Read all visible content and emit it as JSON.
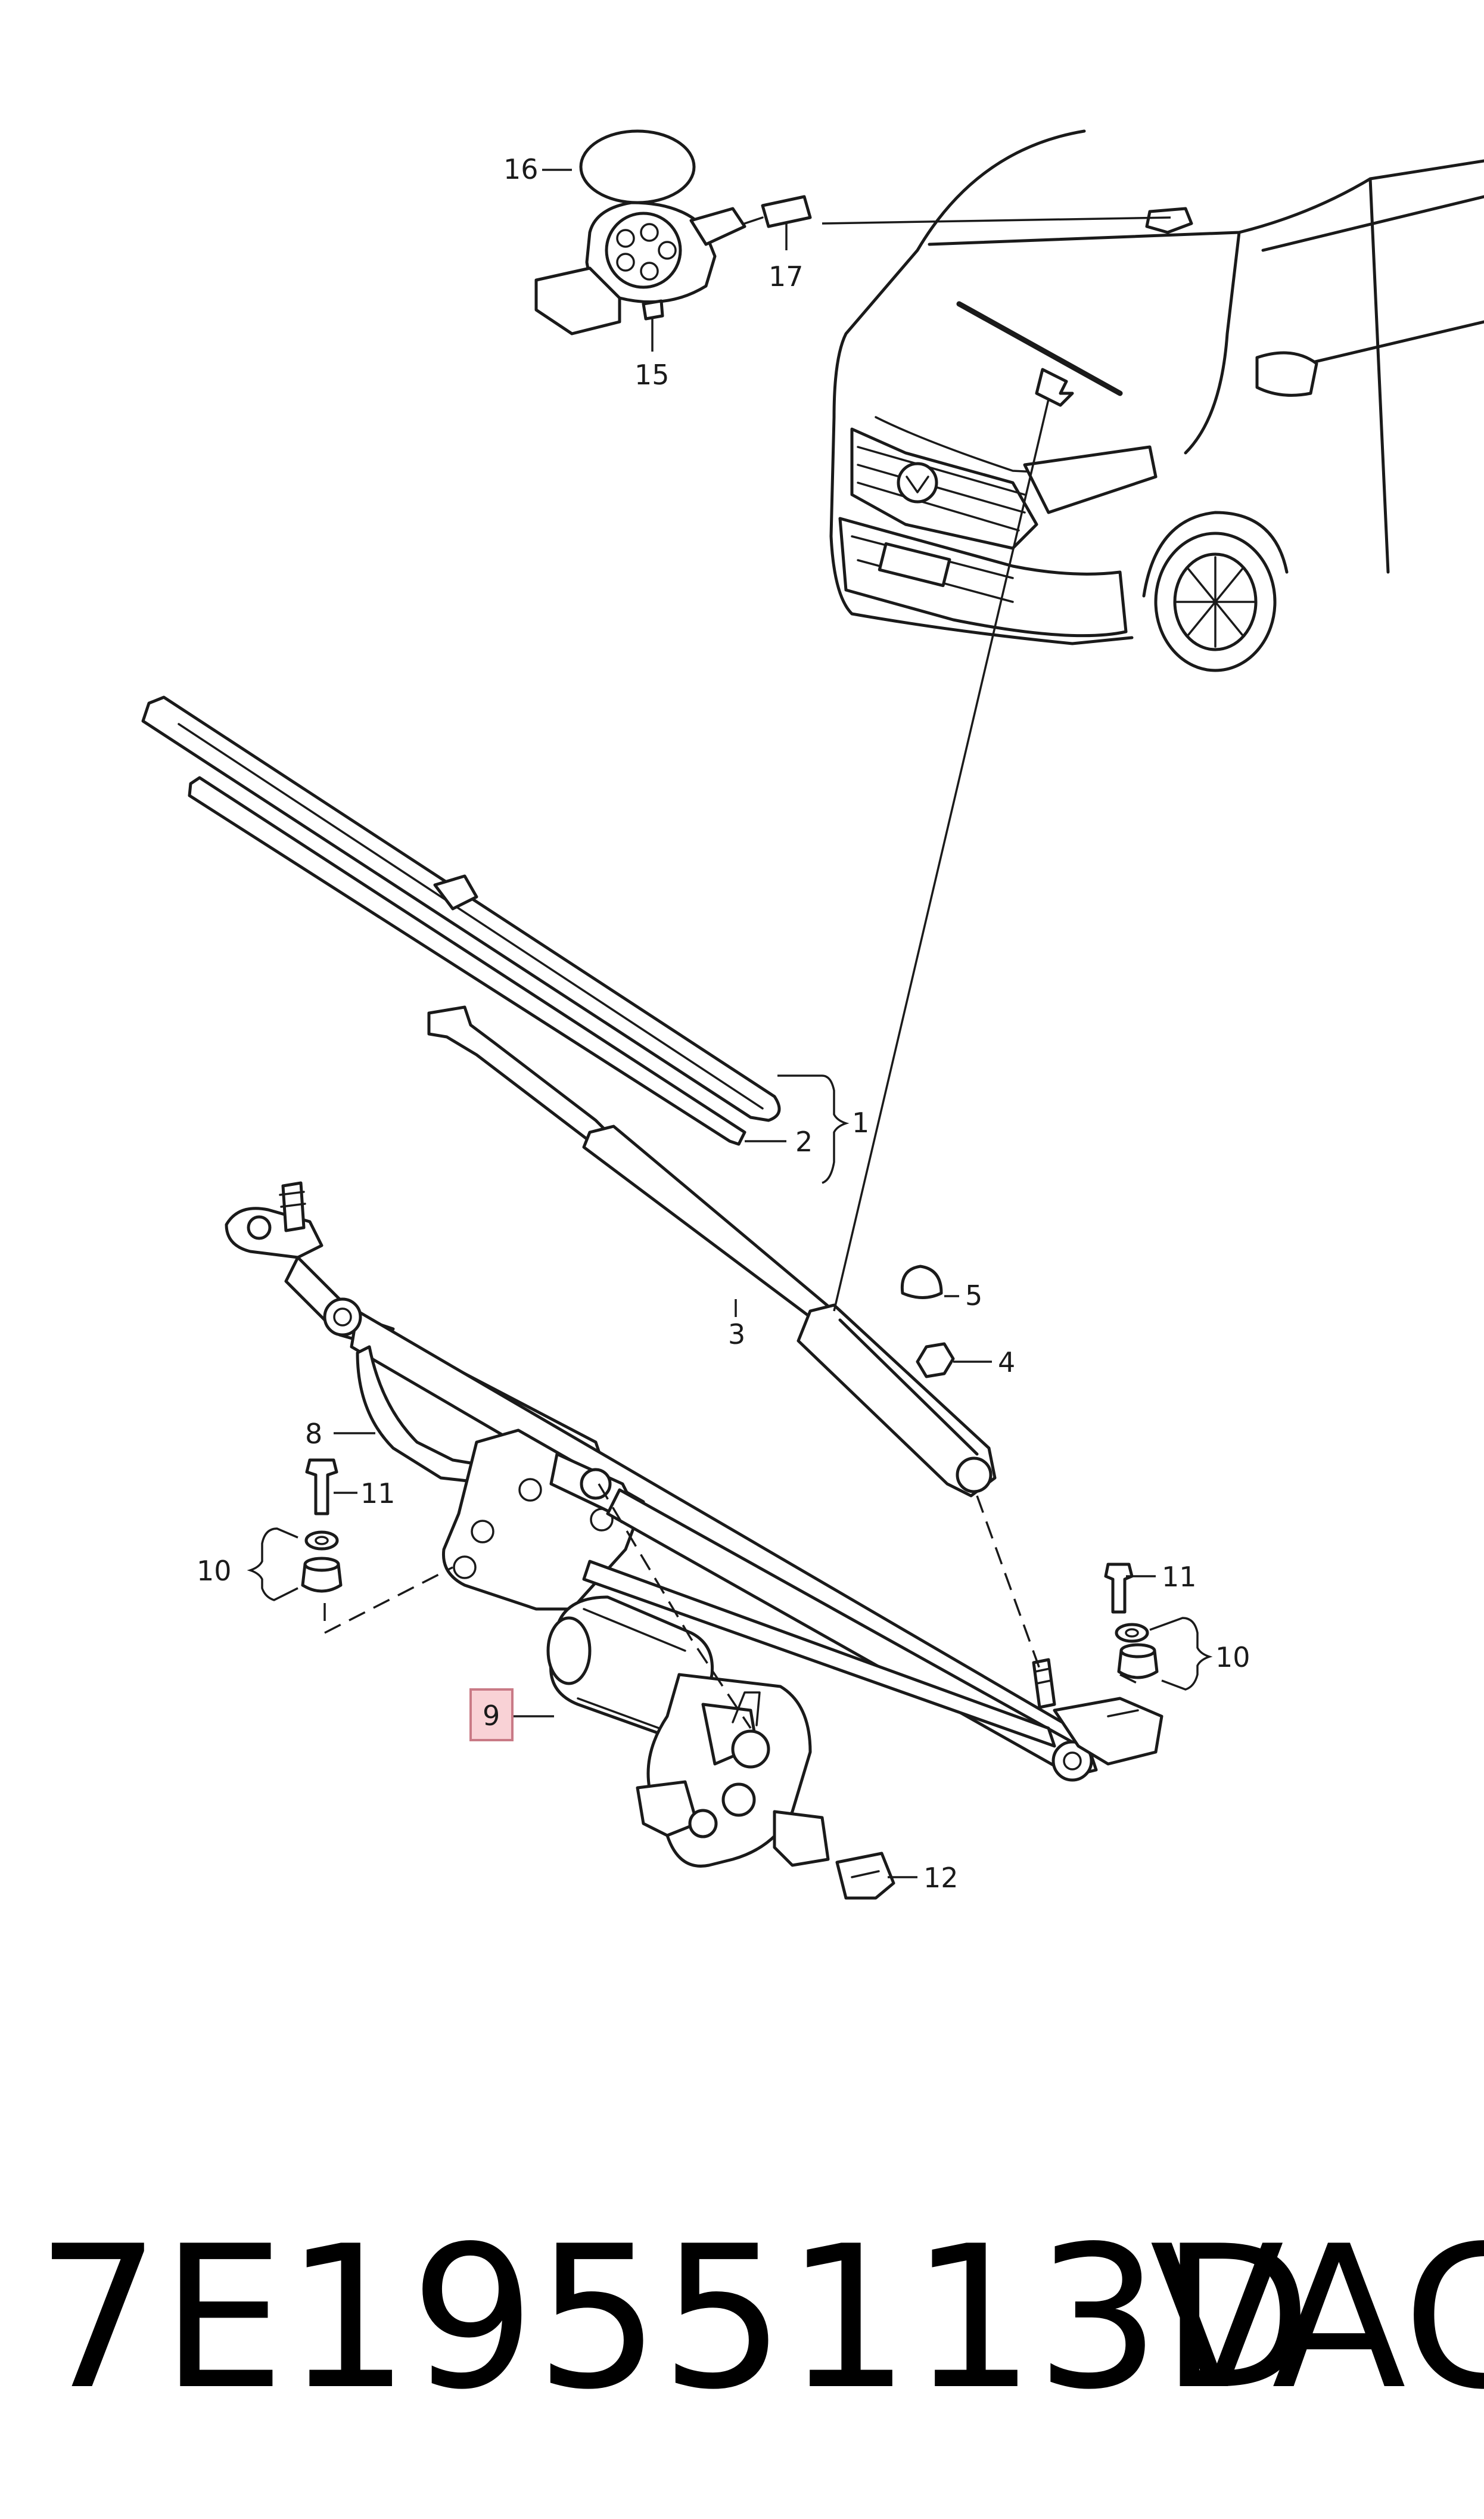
{
  "diagram": {
    "callouts": [
      {
        "id": "1",
        "label": "1"
      },
      {
        "id": "2",
        "label": "2"
      },
      {
        "id": "3",
        "label": "3"
      },
      {
        "id": "4",
        "label": "4"
      },
      {
        "id": "5",
        "label": "5"
      },
      {
        "id": "8",
        "label": "8"
      },
      {
        "id": "9",
        "label": "9"
      },
      {
        "id": "10a",
        "label": "10"
      },
      {
        "id": "10b",
        "label": "10"
      },
      {
        "id": "11a",
        "label": "11"
      },
      {
        "id": "11b",
        "label": "11"
      },
      {
        "id": "12",
        "label": "12"
      },
      {
        "id": "15",
        "label": "15"
      },
      {
        "id": "16",
        "label": "16"
      },
      {
        "id": "17",
        "label": "17"
      }
    ],
    "highlighted_callout": "9",
    "highlight_color": "#f9d2d6",
    "line_color": "#1a1a1a"
  },
  "caption": {
    "part_number": "7E1955113D",
    "brand": "VAG"
  }
}
